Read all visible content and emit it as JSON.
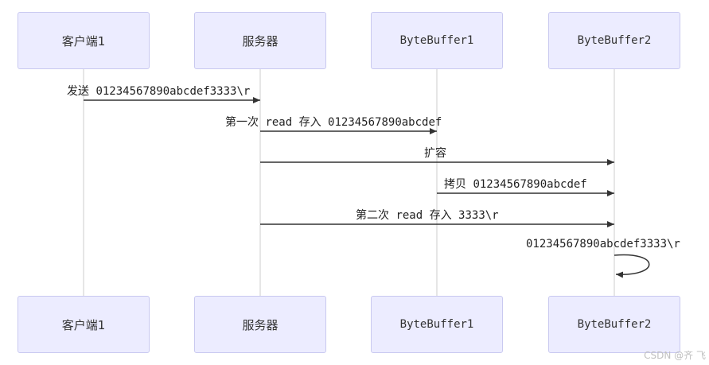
{
  "participants": [
    "客户端1",
    "服务器",
    "ByteBuffer1",
    "ByteBuffer2"
  ],
  "messages": [
    {
      "label_cn": "发送",
      "label_code": "01234567890abcdef3333\\r"
    },
    {
      "label_cn": "第一次",
      "label_code_a": "read",
      "label_cn_b": "存入",
      "label_code_b": "01234567890abcdef"
    },
    {
      "label_cn": "扩容"
    },
    {
      "label_cn": "拷贝",
      "label_code": "01234567890abcdef"
    },
    {
      "label_cn": "第二次",
      "label_code_a": "read",
      "label_cn_b": "存入",
      "label_code_b": "3333\\r"
    },
    {
      "label_code": "01234567890abcdef3333\\r"
    }
  ],
  "watermark": "CSDN @齐 飞",
  "colors": {
    "actor_fill": "#ececff",
    "actor_border": "#c9c9f0",
    "line": "#333333",
    "lifeline": "#cccccc"
  }
}
